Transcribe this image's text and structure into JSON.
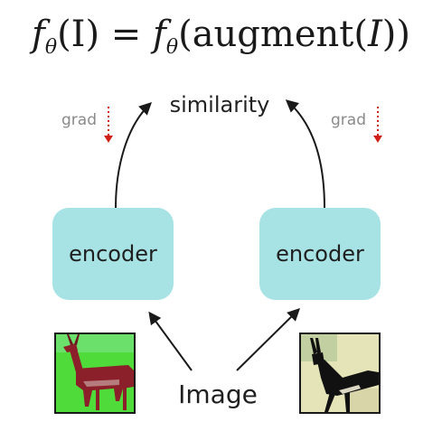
{
  "formula": {
    "f_left": "f",
    "theta_left": "θ",
    "arg_left": "(I)",
    "equals": " = ",
    "f_right": "f",
    "theta_right": "θ",
    "arg_right_open": "(augment(",
    "arg_right_var": "I",
    "arg_right_close": "))"
  },
  "diagram": {
    "similarity_label": "similarity",
    "grad_left_label": "grad",
    "grad_right_label": "grad",
    "encoder_left_label": "encoder",
    "encoder_right_label": "encoder",
    "image_label": "Image"
  },
  "colors": {
    "encoder_fill": "#a7e2e4",
    "grad_arrow": "#d0201a",
    "arrow": "#1a1a1a",
    "thumb_left_bg": "#4fdc3a",
    "thumb_left_animal": "#8b1f2a",
    "thumb_right_bg": "#e5e4b8",
    "thumb_right_animal": "#111111"
  },
  "icons": {
    "grad_left": "dotted-down-arrow-icon",
    "grad_right": "dotted-down-arrow-icon"
  }
}
